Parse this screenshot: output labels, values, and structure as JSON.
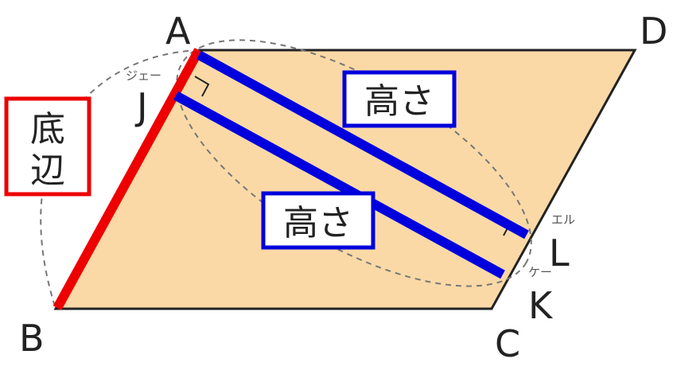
{
  "figure": {
    "colors": {
      "fill": "#FAD9A6",
      "outline": "#222222",
      "base_highlight": "#EE0000",
      "height_highlight": "#0000DD",
      "dashed": "#777777"
    },
    "points": {
      "A": "A",
      "B": "B",
      "C": "C",
      "D": "D",
      "J": "J",
      "K": "K",
      "L": "L"
    },
    "readings": {
      "J": "ジェー",
      "K": "ケー",
      "L": "エル"
    },
    "base_box": {
      "line1": "底",
      "line2": "辺"
    },
    "height_box_upper": "高さ",
    "height_box_lower": "高さ"
  }
}
